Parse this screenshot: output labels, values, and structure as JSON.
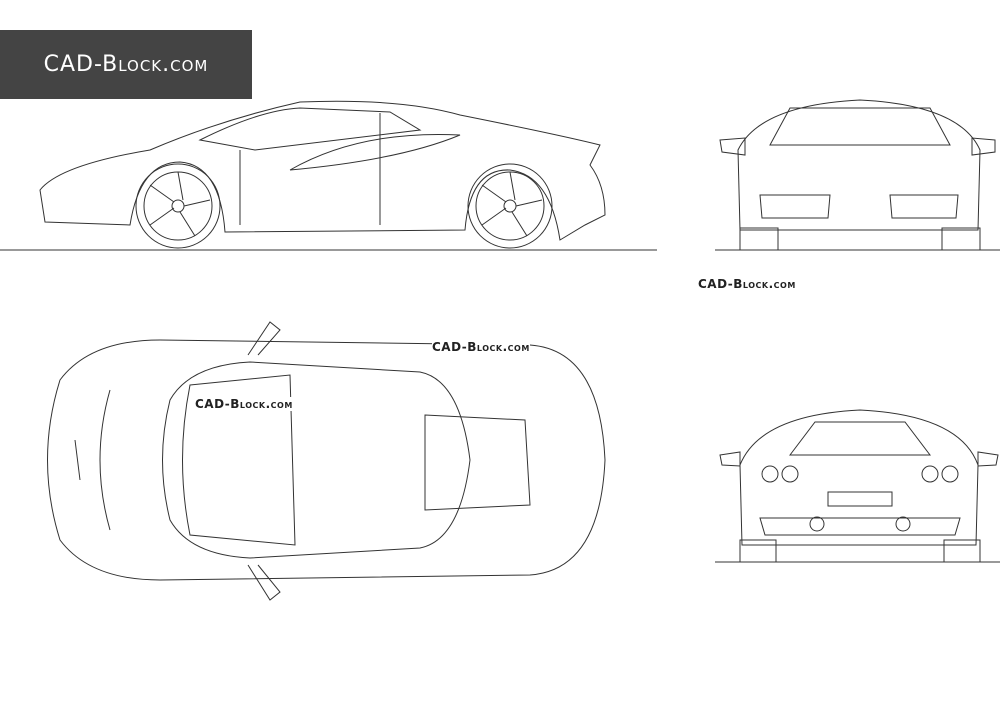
{
  "logo": {
    "text": "CAD-Block.com"
  },
  "watermarks": [
    "CAD-Block.com",
    "CAD-Block.com",
    "CAD-Block.com"
  ],
  "views": [
    "side",
    "front",
    "top",
    "rear"
  ]
}
